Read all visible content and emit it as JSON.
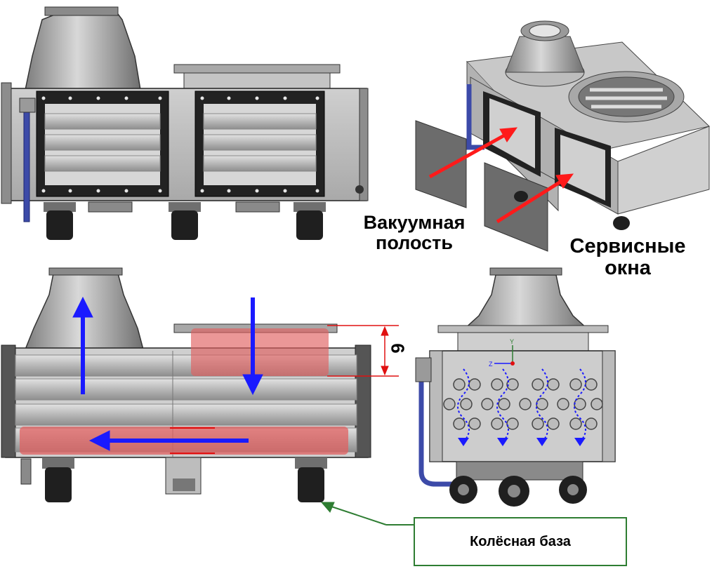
{
  "labels": {
    "vacuum_cavity": "Вакуумная полость",
    "service_windows": "Сервисные окна",
    "wheel_base": "Колёсная база",
    "dimension": "6"
  },
  "axes_triad": {
    "y": "Y",
    "z": "Z"
  },
  "colors": {
    "flow_arrow": "#1a1aff",
    "pointer_arrow": "#ff1a1a",
    "hot_zone": "#e06060",
    "leader_green": "#2e7d32",
    "dimension_line": "#e01010",
    "metal_light": "#c9c9c9",
    "metal_mid": "#9e9e9e",
    "frame_dark": "#262626"
  }
}
